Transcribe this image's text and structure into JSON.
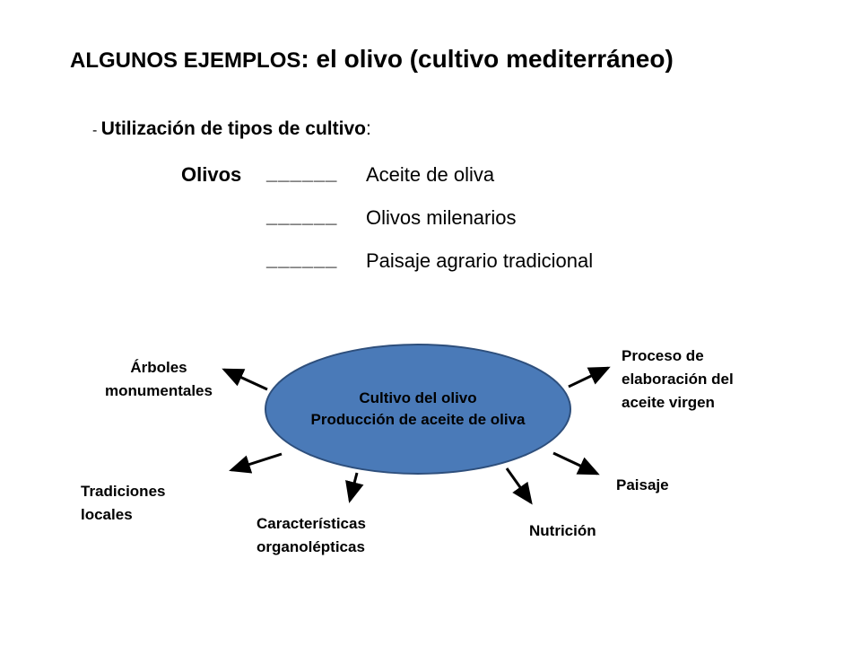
{
  "heading": {
    "prefix": "ALGUNOS EJEMPLOS",
    "rest": ": el olivo (cultivo mediterráneo)"
  },
  "subheading": {
    "dash": "- ",
    "label": "Utilización de tipos de cultivo",
    "colon": ":"
  },
  "uses": {
    "source": "Olivos",
    "blank": "______",
    "items": [
      "Aceite de oliva",
      "Olivos milenarios",
      "Paisaje agrario tradicional"
    ]
  },
  "center": {
    "line1": "Cultivo del olivo",
    "line2": "Producción de aceite de oliva",
    "fill": "#4a7ab8",
    "stroke": "#2e4f7c"
  },
  "branches": {
    "arboles": [
      "Árboles",
      "monumentales"
    ],
    "tradiciones": [
      "Tradiciones",
      "locales"
    ],
    "caracteristicas": [
      "Características",
      "organolépticas"
    ],
    "nutricion": [
      "Nutrición"
    ],
    "paisaje": [
      "Paisaje"
    ],
    "proceso": [
      "Proceso de",
      "elaboración del",
      "aceite virgen"
    ]
  }
}
